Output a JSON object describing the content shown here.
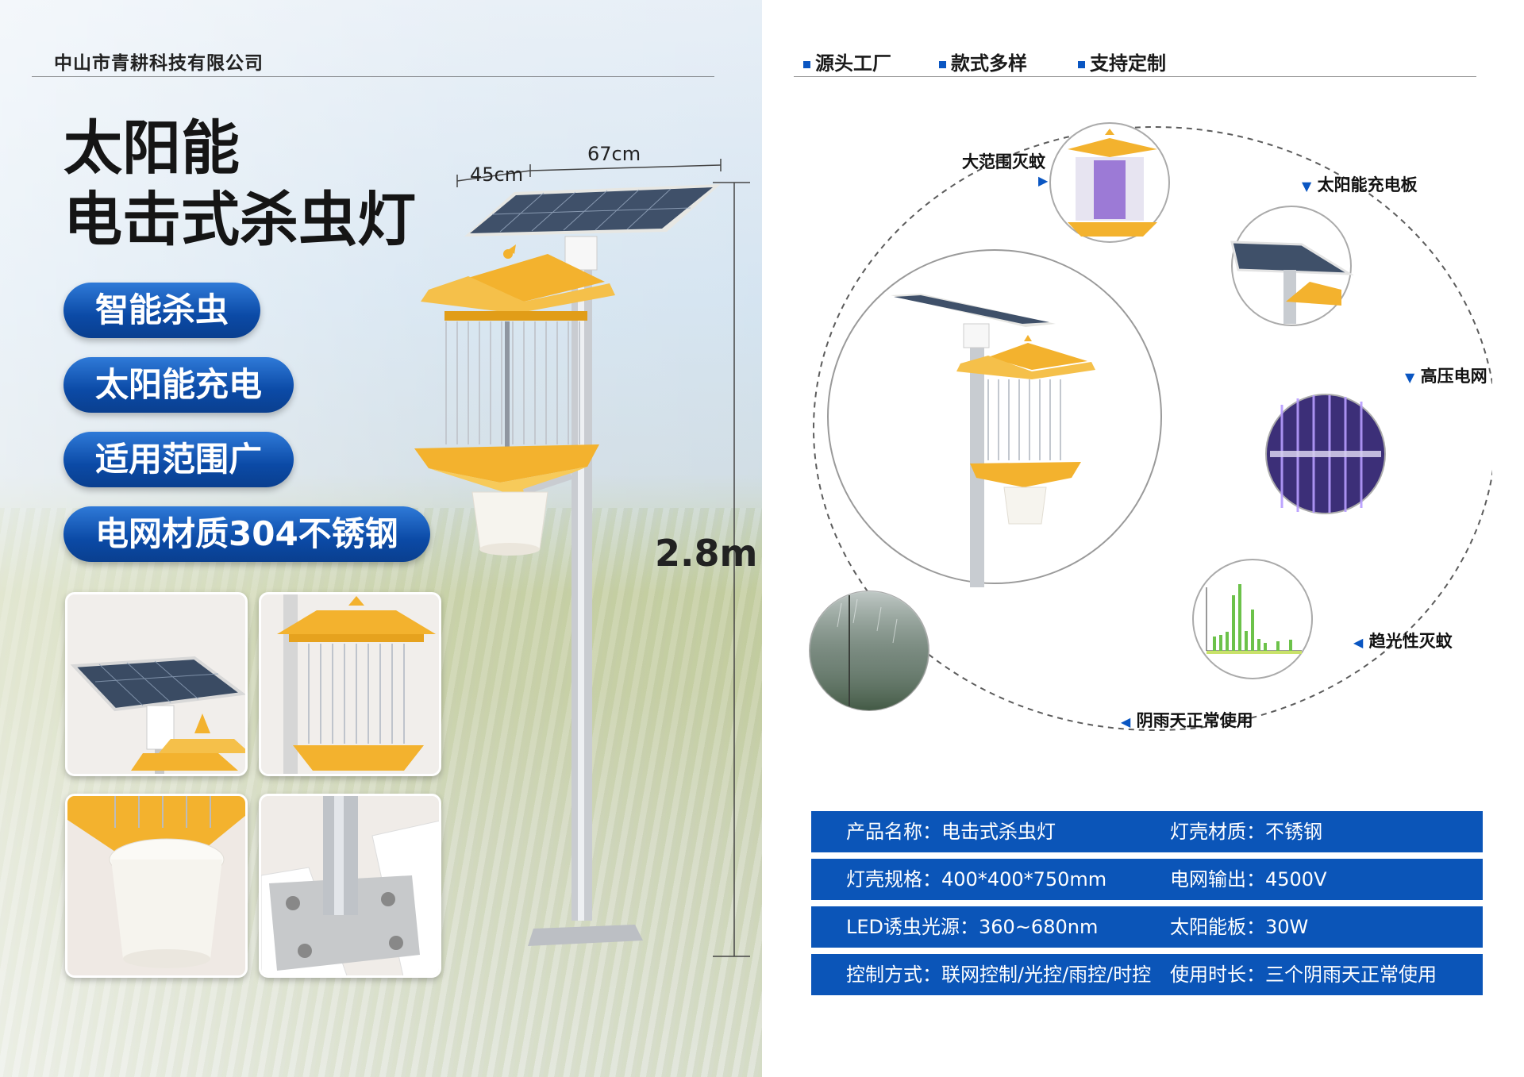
{
  "left": {
    "company": "中山市青耕科技有限公司",
    "title_line1": "太阳能",
    "title_line2": "电击式杀虫灯",
    "features": [
      "智能杀虫",
      "太阳能充电",
      "适用范围广",
      "电网材质304不锈钢"
    ],
    "dimensions": {
      "depth": "45cm",
      "width": "67cm",
      "height": "2.8m"
    }
  },
  "right": {
    "tags": [
      "源头工厂",
      "款式多样",
      "支持定制"
    ],
    "features": {
      "wide_range": "大范围灭蚊",
      "solar_panel": "太阳能充电板",
      "hv_grid": "高压电网",
      "phototaxis": "趋光性灭蚊",
      "rainy": "阴雨天正常使用"
    },
    "specs": [
      {
        "left": "产品名称：电击式杀虫灯",
        "right": "灯壳材质：不锈钢"
      },
      {
        "left": "灯壳规格：400*400*750mm",
        "right": "电网输出：4500V"
      },
      {
        "left": "LED诱虫光源：360~680nm",
        "right": "太阳能板：30W"
      },
      {
        "left": "控制方式：联网控制/光控/雨控/时控",
        "right": "使用时长：三个阴雨天正常使用"
      }
    ]
  },
  "colors": {
    "accent_blue": "#0b55b8",
    "lamp_yellow": "#f3b22e"
  }
}
